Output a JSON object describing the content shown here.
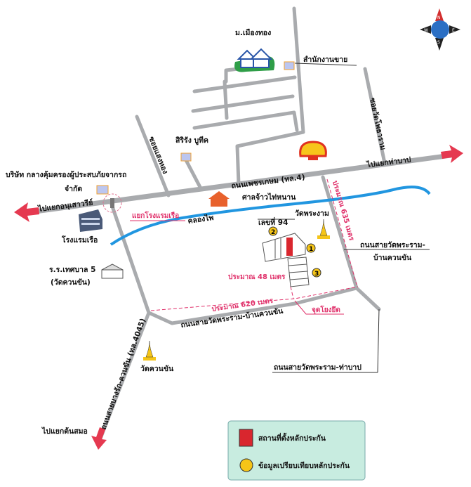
{
  "map": {
    "compass": {
      "n": "N",
      "s": "S",
      "e": "E",
      "w": "W"
    },
    "roads": {
      "main_road": "ถนนเพชรเกษม (ทล.4)",
      "to_left": "ไปแยกอนุเสาวรีย์",
      "to_right": "ไปแยกท่าบาป",
      "soi_left": "ซอยแสงทอง",
      "soi_right": "ซอยวัดโพธาราม",
      "road_bottom": "ถนนสายวัดพระราม-บ้านควนขัน",
      "road_right_1": "ถนนสายวัดพระราม-",
      "road_right_2": "บ้านควนขัน",
      "road_south": "ถนนสายบางรัก-ควนขัน (ทล.4045)",
      "road_thabap": "ถนนสายวัดพระราม-ท่าบาป",
      "to_south": "ไปแยกต้นสมอ",
      "canal": "คลองไพ",
      "intersection": "แยกโรงแรมเรือ"
    },
    "places": {
      "village": "ม.เมืองทอง",
      "sales_office": "สำนักงานขาย",
      "sirirung": "สิริรัง บูทีค",
      "company_1": "บริษัท กลางคุ้มครองผู้ประสบภัยจากรถ",
      "company_2": "จำกัด",
      "hotel": "โรงแรมเรือ",
      "school_1": "ร.ร.เทศบาล 5",
      "school_2": "(วัดควนขัน)",
      "shrine": "ศาลจ้าวไท่หนาน",
      "wat_pharam": "วัดพระงาม",
      "wat_khuankhan": "วัดควนขัน",
      "plot_no": "เลขที่ 94"
    },
    "distances": {
      "d635": "ประมาณ 635 เมตร",
      "d48": "ประมาณ 48 เมตร",
      "d620": "ประมาณ 620 เมตร",
      "reference": "จุดโยงยึด"
    },
    "markers": [
      "1",
      "2",
      "3"
    ],
    "colors": {
      "collateral": "#d9262e",
      "comparable": "#f5c518",
      "river": "#2196e0",
      "legend_bg": "#c8ece0"
    }
  },
  "legend": {
    "collateral": "สถานที่ตั้งหลักประกัน",
    "comparable": "ข้อมูลเปรียบเทียบหลักประกัน"
  }
}
